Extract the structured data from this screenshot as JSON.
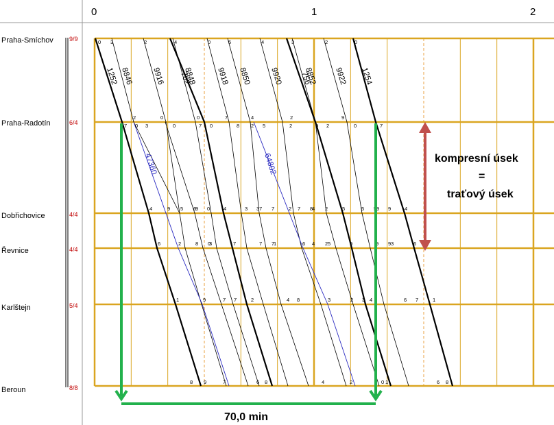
{
  "hours": [
    "0",
    "1",
    "2"
  ],
  "stations": [
    {
      "name": "Praha-Smíchov",
      "tracks": "9/9"
    },
    {
      "name": "Praha-Radotín",
      "tracks": "6/4"
    },
    {
      "name": "Dobřichovice",
      "tracks": "4/4"
    },
    {
      "name": "Řevnice",
      "tracks": "4/4"
    },
    {
      "name": "Karlštejn",
      "tracks": "5/4"
    },
    {
      "name": "Beroun",
      "tracks": "8/8"
    }
  ],
  "trains": [
    {
      "number": "1252",
      "style": "thick"
    },
    {
      "number": "8846",
      "style": "thin"
    },
    {
      "number": "9916",
      "style": "thin"
    },
    {
      "number": "8848",
      "style": "thin"
    },
    {
      "number": "762",
      "style": "thick"
    },
    {
      "number": "9918",
      "style": "thin"
    },
    {
      "number": "8850",
      "style": "thin"
    },
    {
      "number": "9920",
      "style": "thin"
    },
    {
      "number": "8852",
      "style": "thin"
    },
    {
      "number": "756",
      "style": "thick"
    },
    {
      "number": "9922",
      "style": "thin"
    },
    {
      "number": "1254",
      "style": "thick"
    },
    {
      "number": "47360",
      "style": "freight"
    },
    {
      "number": "64802",
      "style": "freight"
    }
  ],
  "minute_marks": {
    "smichov": [
      "0",
      "3",
      "2",
      "4",
      "0",
      "5",
      "4",
      "3",
      "2",
      "0"
    ],
    "radotin_arrive": [
      "2",
      "0",
      "0",
      "7",
      "4",
      "2",
      "9"
    ],
    "radotin_depart": [
      "7",
      "0",
      "3",
      "0",
      "7",
      "0",
      "8",
      "2",
      "5",
      "2",
      "9",
      "2",
      "0",
      "7"
    ],
    "dobrichovice": [
      "5",
      "9",
      "3",
      "7",
      "7",
      "4",
      "5",
      "9",
      "4",
      "9",
      "6",
      "0",
      "4",
      "3",
      "7",
      "2",
      "8",
      "2",
      "5",
      "5",
      "9",
      "4"
    ],
    "revnice": [
      "8",
      "3",
      "7",
      "1",
      "4",
      "5",
      "9",
      "3",
      "6",
      "2",
      "0",
      "7",
      "7",
      "6",
      "2",
      "9",
      "9",
      "6"
    ],
    "karlstejn": [
      "7",
      "4",
      "2",
      "6",
      "1",
      "9",
      "7",
      "2",
      "8",
      "3",
      "3",
      "4",
      "7",
      "1"
    ],
    "beroun": [
      "8",
      "7",
      "6",
      "8",
      "4",
      "2",
      "0",
      "1",
      "6",
      "8",
      "9"
    ]
  },
  "annotations": {
    "compression_1": "kompresní  úsek",
    "compression_eq": "=",
    "compression_2": "traťový  úsek",
    "duration": "70,0 min"
  },
  "colors": {
    "grid": "#daa520",
    "dashed": "#e8a040",
    "train": "#000000",
    "freight": "#2a2ac0",
    "track_count": "#c00000",
    "green_arrow": "#22b14c",
    "red_arrow": "#c0504d"
  }
}
